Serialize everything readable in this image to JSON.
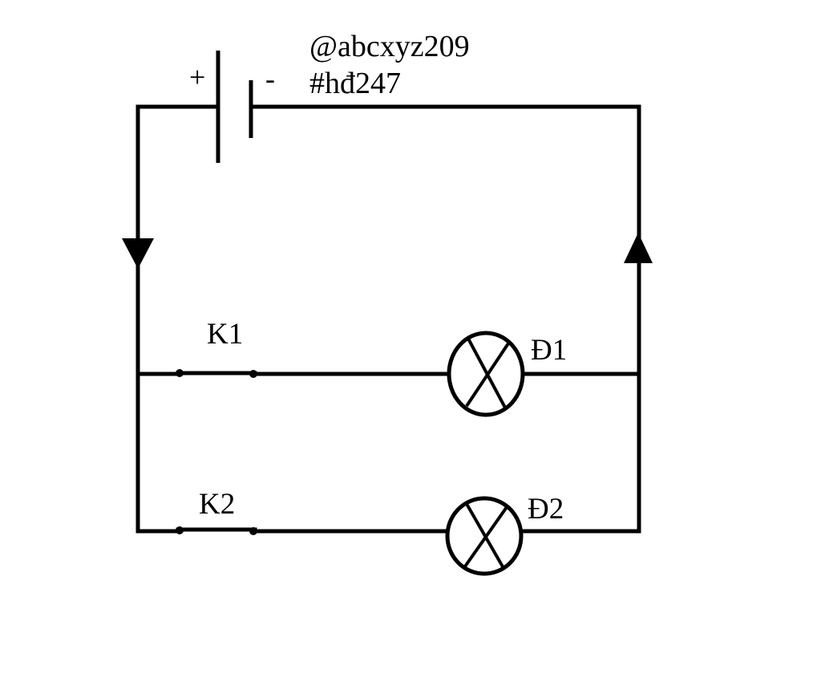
{
  "watermark": {
    "handle": "@abcxyz209",
    "tag": "#hđ247"
  },
  "battery": {
    "positive_sign": "+",
    "negative_sign": "-"
  },
  "branches": [
    {
      "switch_label": "K1",
      "lamp_label": "Đ1"
    },
    {
      "switch_label": "K2",
      "lamp_label": "Đ2"
    }
  ]
}
